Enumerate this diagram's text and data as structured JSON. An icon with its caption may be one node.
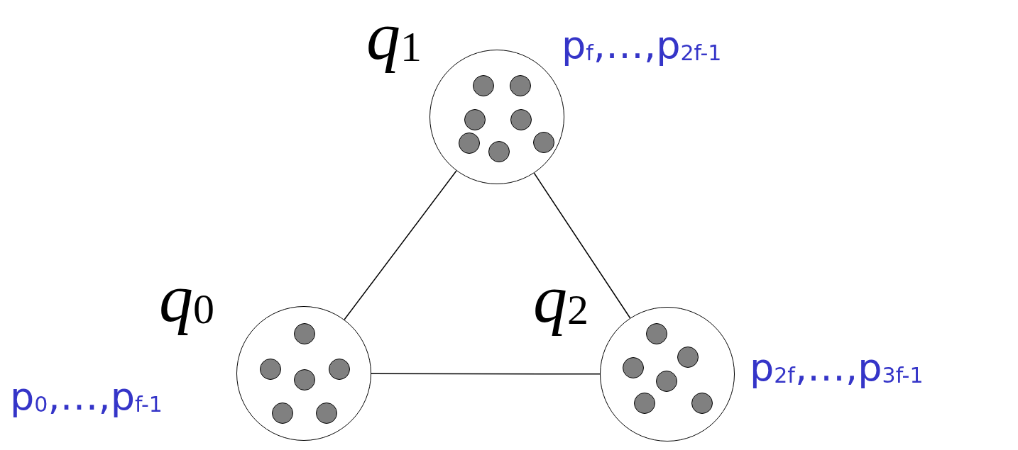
{
  "diagram": {
    "nodes": [
      {
        "text": [
          "q$_{1}$"
        ],
        "beside": [
          "p$_{f}$,…,p$_{2f-1}$"
        ]
      },
      {
        "text": [],
        "shape": "circle",
        "in": 0
      },
      {
        "text": [],
        "shape": "circle",
        "in": 0
      },
      {
        "text": [],
        "shape": "circle",
        "in": 0
      },
      {
        "text": [],
        "shape": "circle",
        "in": 0
      },
      {
        "text": [],
        "shape": "circle",
        "in": 0
      },
      {
        "text": [],
        "shape": "circle",
        "in": 0
      },
      {
        "text": [],
        "shape": "circle",
        "in": 0
      },
      {
        "text": [
          "q$_{0}$"
        ],
        "beside": [
          "p$_{0}$,…,p$_{f-1}$"
        ]
      },
      {
        "text": [],
        "shape": "circle",
        "in": 8
      },
      {
        "text": [],
        "shape": "circle",
        "in": 8
      },
      {
        "text": [],
        "shape": "circle",
        "in": 8
      },
      {
        "text": [],
        "shape": "circle",
        "in": 8
      },
      {
        "text": [],
        "shape": "circle",
        "in": 8
      },
      {
        "text": [],
        "shape": "circle",
        "in": 8
      },
      {
        "text": [
          "q$_{2}$"
        ],
        "beside": [
          "p$_{2f}$,…,p$_{3f-1}$"
        ]
      },
      {
        "text": [],
        "shape": "circle",
        "in": 15
      },
      {
        "text": [],
        "shape": "circle",
        "in": 15
      },
      {
        "text": [],
        "shape": "circle",
        "in": 15
      },
      {
        "text": [],
        "shape": "circle",
        "in": 15
      },
      {
        "text": [],
        "shape": "circle",
        "in": 15
      },
      {
        "text": [],
        "shape": "circle",
        "in": 15
      }
    ],
    "edges": [
      {
        "from": 0,
        "to": 8,
        "arrow": "none"
      },
      {
        "from": 0,
        "to": 15,
        "arrow": "none"
      },
      {
        "from": 8,
        "to": 15,
        "arrow": "none"
      }
    ]
  }
}
